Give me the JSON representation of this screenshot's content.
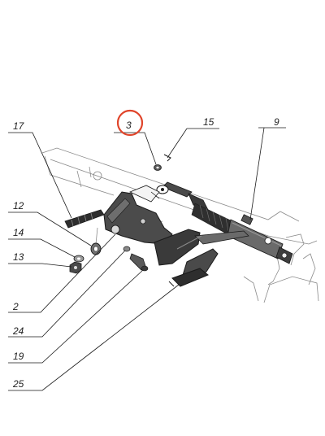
{
  "colors": {
    "background": "#ffffff",
    "line": "#1a1a1a",
    "part_dark": "#3c3c3c",
    "part_mid": "#5a5a5a",
    "highlight_circle": "#e0452b"
  },
  "callouts": {
    "c17": "17",
    "c3": "3",
    "c15": "15",
    "c9": "9",
    "c12": "12",
    "c14": "14",
    "c13": "13",
    "c2": "2",
    "c24": "24",
    "c19": "19",
    "c25": "25"
  },
  "highlighted_callout": "3"
}
